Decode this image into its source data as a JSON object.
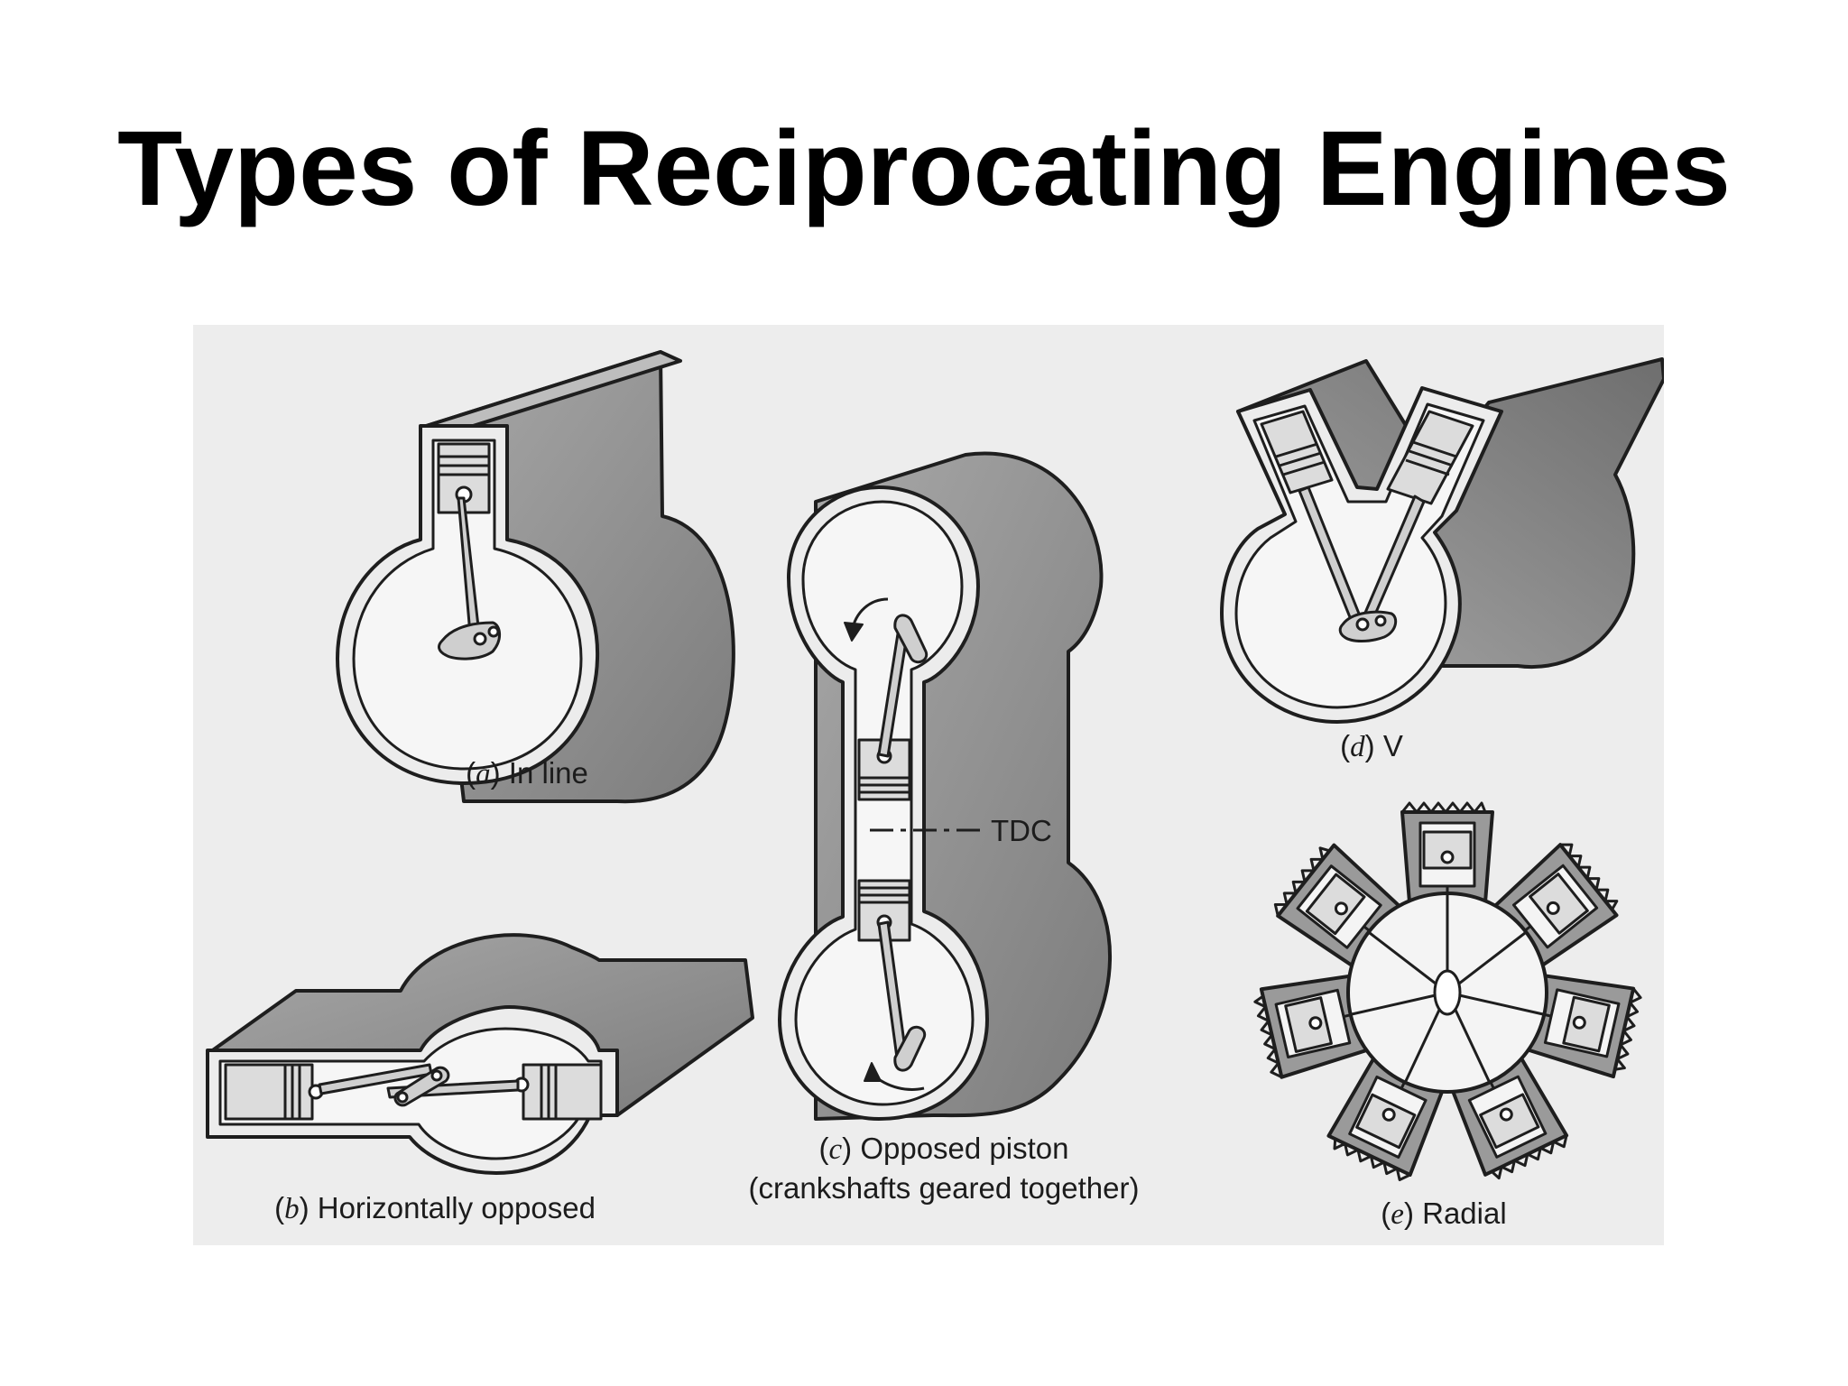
{
  "slide": {
    "title": "Types of Reciprocating Engines"
  },
  "figure": {
    "annotations": {
      "tdc": "TDC"
    },
    "panels": [
      {
        "id": "a",
        "letter": "a",
        "label": "In line"
      },
      {
        "id": "b",
        "letter": "b",
        "label": "Horizontally opposed"
      },
      {
        "id": "c",
        "letter": "c",
        "label": "Opposed piston",
        "sublabel": "(crankshafts geared together)"
      },
      {
        "id": "d",
        "letter": "d",
        "label": "V"
      },
      {
        "id": "e",
        "letter": "e",
        "label": "Radial"
      }
    ]
  },
  "colors": {
    "panel_bg": "#ededed",
    "shade": "#8c8c8c",
    "line": "#1e1e1e",
    "inner": "#f4f4f4"
  }
}
